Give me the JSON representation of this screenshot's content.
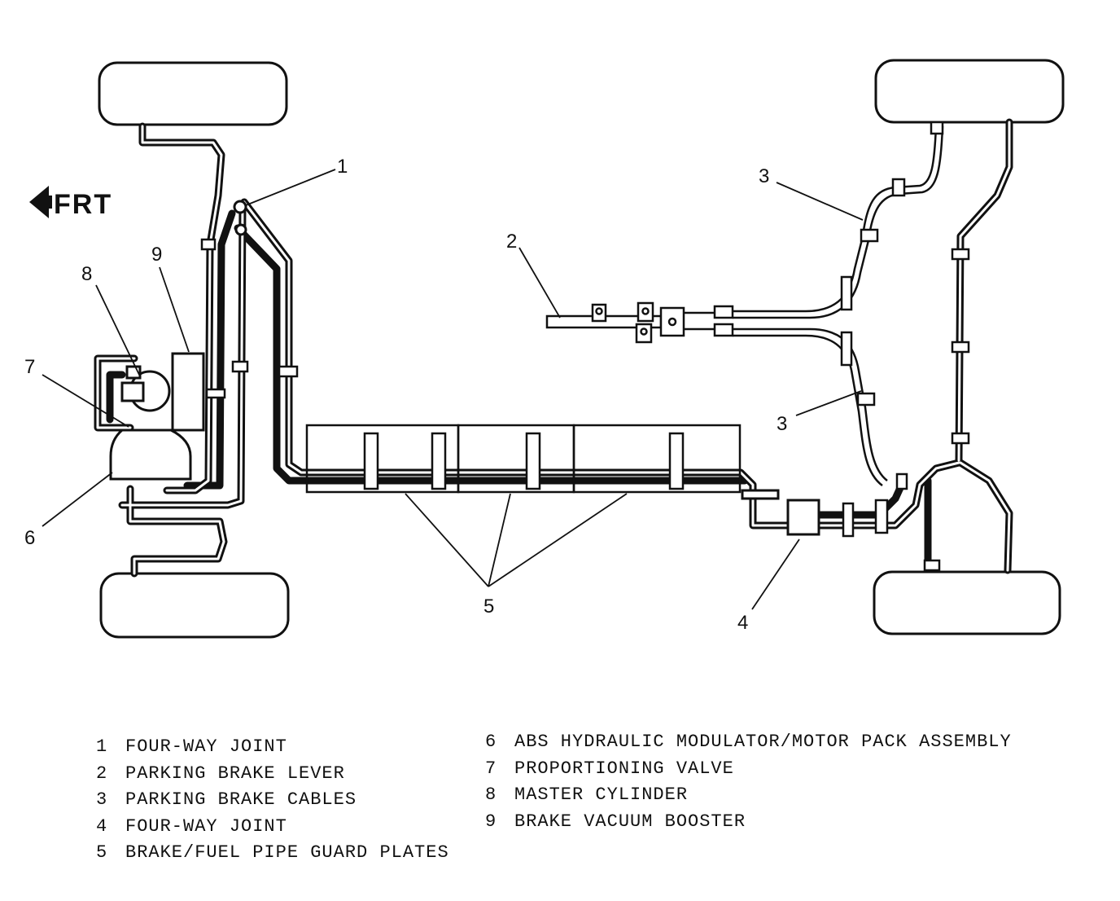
{
  "front_indicator": {
    "label": "FRT",
    "icon": "arrow-left-icon"
  },
  "callouts": [
    "1",
    "2",
    "3",
    "3",
    "4",
    "5",
    "6",
    "7",
    "8",
    "9"
  ],
  "legend": {
    "left": [
      {
        "number": "1",
        "text": "FOUR-WAY JOINT"
      },
      {
        "number": "2",
        "text": "PARKING BRAKE LEVER"
      },
      {
        "number": "3",
        "text": "PARKING BRAKE CABLES"
      },
      {
        "number": "4",
        "text": "FOUR-WAY JOINT"
      },
      {
        "number": "5",
        "text": "BRAKE/FUEL PIPE GUARD PLATES"
      }
    ],
    "right": [
      {
        "number": "6",
        "text": "ABS HYDRAULIC MODULATOR/MOTOR PACK ASSEMBLY"
      },
      {
        "number": "7",
        "text": "PROPORTIONING VALVE"
      },
      {
        "number": "8",
        "text": "MASTER CYLINDER"
      },
      {
        "number": "9",
        "text": "BRAKE VACUUM BOOSTER"
      }
    ]
  }
}
